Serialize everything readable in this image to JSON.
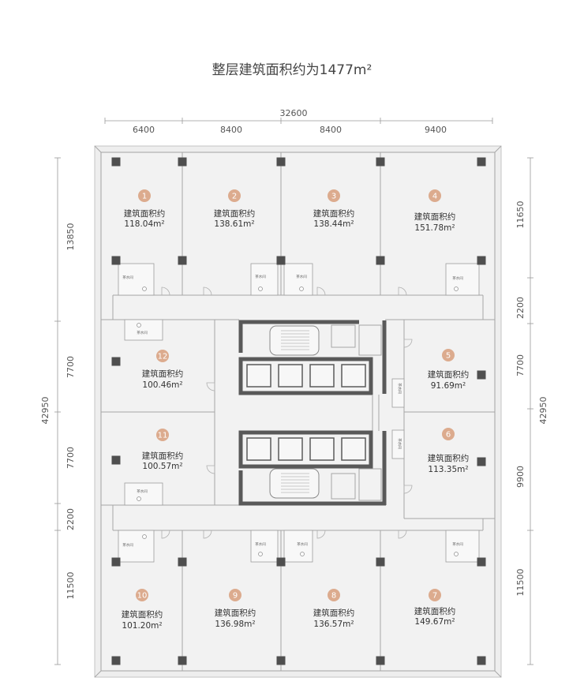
{
  "title": "整层建筑面积约为1477m²",
  "dimensions": {
    "top_total": "32600",
    "top": [
      "6400",
      "8400",
      "8400",
      "9400"
    ],
    "left": [
      "13850",
      "7700",
      "7700",
      "2200",
      "11500"
    ],
    "left_total": "42950",
    "right": [
      "11650",
      "2200",
      "7700",
      "9900",
      "11500"
    ],
    "right_total": "42950"
  },
  "units": [
    {
      "no": "1",
      "label": "建筑面积约",
      "area": "118.04m²"
    },
    {
      "no": "2",
      "label": "建筑面积约",
      "area": "138.61m²"
    },
    {
      "no": "3",
      "label": "建筑面积约",
      "area": "138.44m²"
    },
    {
      "no": "4",
      "label": "建筑面积约",
      "area": "151.78m²"
    },
    {
      "no": "5",
      "label": "建筑面积约",
      "area": "91.69m²"
    },
    {
      "no": "6",
      "label": "建筑面积约",
      "area": "113.35m²"
    },
    {
      "no": "7",
      "label": "建筑面积约",
      "area": "149.67m²"
    },
    {
      "no": "8",
      "label": "建筑面积约",
      "area": "136.57m²"
    },
    {
      "no": "9",
      "label": "建筑面积约",
      "area": "136.98m²"
    },
    {
      "no": "10",
      "label": "建筑面积约",
      "area": "101.20m²"
    },
    {
      "no": "11",
      "label": "建筑面积约",
      "area": "100.57m²"
    },
    {
      "no": "12",
      "label": "建筑面积约",
      "area": "100.46m²"
    }
  ],
  "pantry_label": "茶水间",
  "colors": {
    "unit_badge": "#dcab8e",
    "core_wall": "#595959",
    "column": "#4f4f4f"
  }
}
